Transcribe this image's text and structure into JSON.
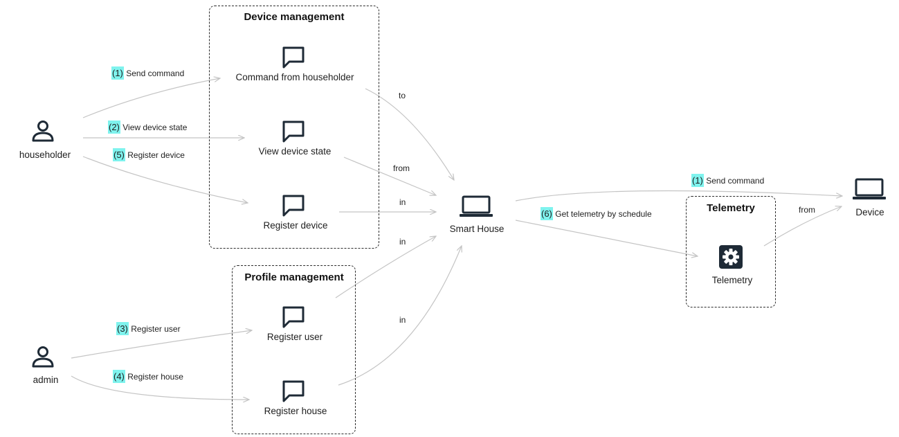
{
  "groups": {
    "device_management": "Device management",
    "profile_management": "Profile management",
    "telemetry": "Telemetry"
  },
  "actors": {
    "householder": "householder",
    "admin": "admin"
  },
  "nodes": {
    "command_from_householder": "Command from householder",
    "view_device_state": "View device state",
    "register_device": "Register device",
    "register_user": "Register user",
    "register_house": "Register house",
    "smart_house": "Smart House",
    "telemetry": "Telemetry",
    "device": "Device"
  },
  "edges": {
    "send_command_1": {
      "num": "(1)",
      "text": "Send command"
    },
    "view_state_2": {
      "num": "(2)",
      "text": "View device state"
    },
    "register_device_5": {
      "num": "(5)",
      "text": "Register device"
    },
    "register_user_3": {
      "num": "(3)",
      "text": "Register user"
    },
    "register_house_4": {
      "num": "(4)",
      "text": "Register house"
    },
    "to": "to",
    "from_view": "from",
    "in_device": "in",
    "in_user": "in",
    "in_house": "in",
    "send_command_device": {
      "num": "(1)",
      "text": "Send command"
    },
    "get_telemetry_6": {
      "num": "(6)",
      "text": "Get telemetry by schedule"
    },
    "from_telemetry": "from"
  },
  "icons": {
    "actor": "person-icon",
    "usecase": "speech-bubble-icon",
    "system": "laptop-icon",
    "component": "gear-icon"
  },
  "colors": {
    "edge": "#c4c4c4",
    "highlight": "#7ff3ee",
    "icon": "#1e2a36"
  }
}
